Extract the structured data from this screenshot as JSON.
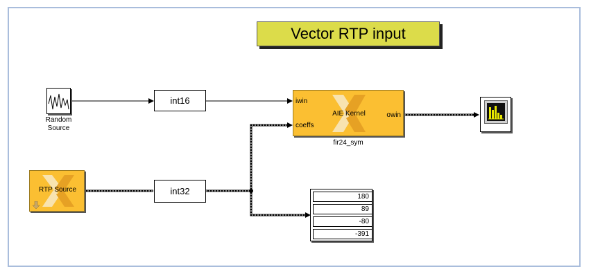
{
  "title": "Vector RTP input",
  "blocks": {
    "random_source": {
      "label": "Random\nSource"
    },
    "int16": {
      "label": "int16"
    },
    "int32": {
      "label": "int32"
    },
    "rtp_source": {
      "label": "RTP Source"
    },
    "aie_kernel": {
      "label": "AIE Kernel",
      "name": "fir24_sym",
      "in_ports": [
        "iwin",
        "coeffs"
      ],
      "out_port": "owin"
    },
    "display": {
      "values": [
        "180",
        "89",
        "-80",
        "-391"
      ]
    }
  },
  "colors": {
    "xilinx_orange": "#fbbf32",
    "annotation_yellow": "#dcdc4a",
    "canvas_border": "#a9bddc",
    "scope_fill": "#e8e800"
  },
  "icons": [
    "random-waveform-icon",
    "xilinx-logo-icon",
    "scope-icon",
    "download-arrow-icon"
  ]
}
